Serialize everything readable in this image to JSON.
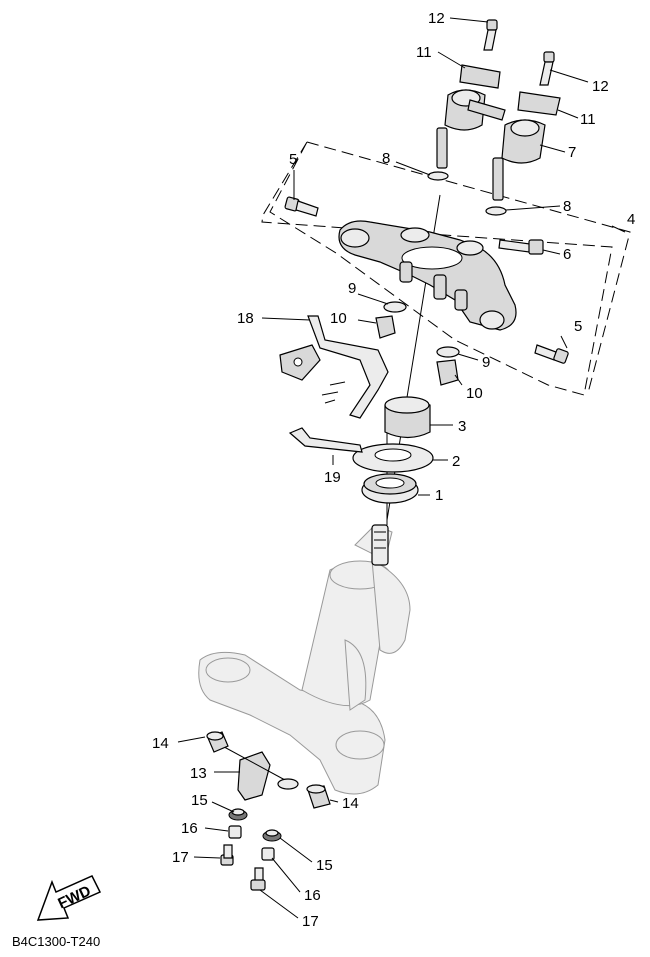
{
  "diagram_code": "B4C1300-T240",
  "fwd_label": "FWD",
  "callouts": [
    {
      "id": "c12a",
      "text": "12"
    },
    {
      "id": "c11a",
      "text": "11"
    },
    {
      "id": "c12b",
      "text": "12"
    },
    {
      "id": "c11b",
      "text": "11"
    },
    {
      "id": "c7",
      "text": "7"
    },
    {
      "id": "c5a",
      "text": "5"
    },
    {
      "id": "c8a",
      "text": "8"
    },
    {
      "id": "c8b",
      "text": "8"
    },
    {
      "id": "c4",
      "text": "4"
    },
    {
      "id": "c6",
      "text": "6"
    },
    {
      "id": "c9a",
      "text": "9"
    },
    {
      "id": "c10a",
      "text": "10"
    },
    {
      "id": "c18",
      "text": "18"
    },
    {
      "id": "c5b",
      "text": "5"
    },
    {
      "id": "c9b",
      "text": "9"
    },
    {
      "id": "c10b",
      "text": "10"
    },
    {
      "id": "c3",
      "text": "3"
    },
    {
      "id": "c2",
      "text": "2"
    },
    {
      "id": "c19",
      "text": "19"
    },
    {
      "id": "c1",
      "text": "1"
    },
    {
      "id": "c14a",
      "text": "14"
    },
    {
      "id": "c13",
      "text": "13"
    },
    {
      "id": "c14b",
      "text": "14"
    },
    {
      "id": "c15a",
      "text": "15"
    },
    {
      "id": "c16a",
      "text": "16"
    },
    {
      "id": "c17a",
      "text": "17"
    },
    {
      "id": "c15b",
      "text": "15"
    },
    {
      "id": "c16b",
      "text": "16"
    },
    {
      "id": "c17b",
      "text": "17"
    }
  ]
}
